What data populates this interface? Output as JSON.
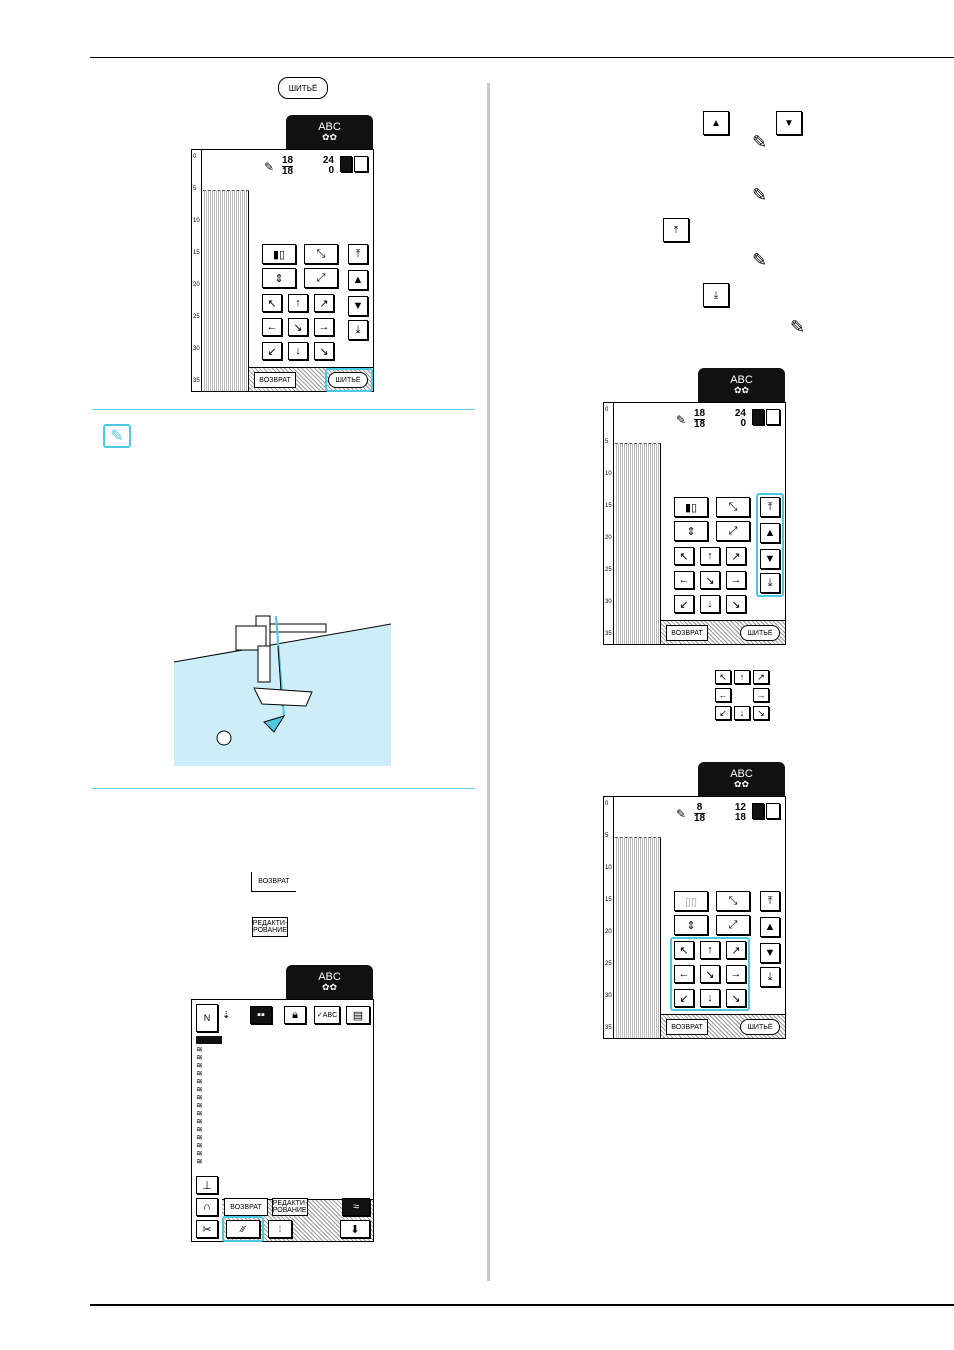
{
  "buttons": {
    "sew": "ШИТЬЁ",
    "back": "ВОЗВРАТ",
    "edit": "РЕДАКТИ-РОВАНИЕ"
  },
  "screen": {
    "tab_title": "ABC",
    "tab_sub": "✿✿",
    "ruler_marks": [
      "0",
      "5",
      "10",
      "15",
      "20",
      "25",
      "30",
      "35"
    ],
    "screen1": {
      "size_top": "18",
      "size_bottom": "18",
      "pos_v": "24",
      "pos_h": "0"
    },
    "screen3": {
      "size_top": "18",
      "size_bottom": "18",
      "pos_v": "24",
      "pos_h": "0"
    },
    "screen4": {
      "size_top": "8",
      "size_bottom": "18",
      "pos_v": "12",
      "pos_h": "18"
    }
  },
  "icons": {
    "up": "▲",
    "down": "▼",
    "top": "⤒",
    "bottom": "⤓",
    "nw": "↖",
    "n": "↑",
    "ne": "↗",
    "w": "←",
    "e": "→",
    "sw": "↙",
    "s": "↓",
    "se": "↘",
    "pen": "✎"
  },
  "colors": {
    "highlight": "#4cc9e0",
    "fabric_bg": "#cdeef8"
  }
}
